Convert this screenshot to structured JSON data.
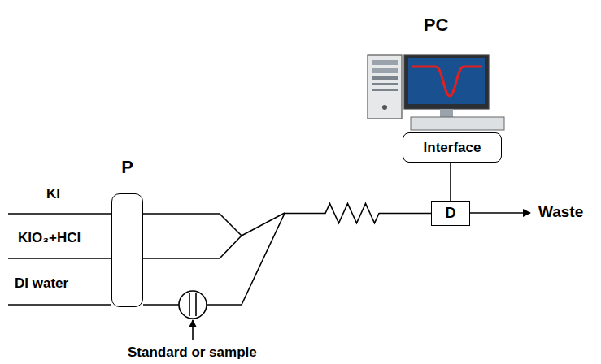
{
  "diagram": {
    "nodes": [
      {
        "text": [
          "P"
        ]
      },
      {
        "text": [
          "PC"
        ]
      },
      {
        "text": [
          "Interface"
        ]
      },
      {
        "text": [
          "D"
        ]
      }
    ],
    "edges": [
      {
        "from": 0,
        "to": 3,
        "arrow": "none"
      },
      {
        "from": 1,
        "to": 2,
        "arrow": "none"
      },
      {
        "from": 2,
        "to": 3,
        "arrow": "none"
      }
    ],
    "labels": [
      "KI",
      "KIO₃+HCl",
      "DI water",
      "Standard or sample",
      "Waste"
    ]
  }
}
